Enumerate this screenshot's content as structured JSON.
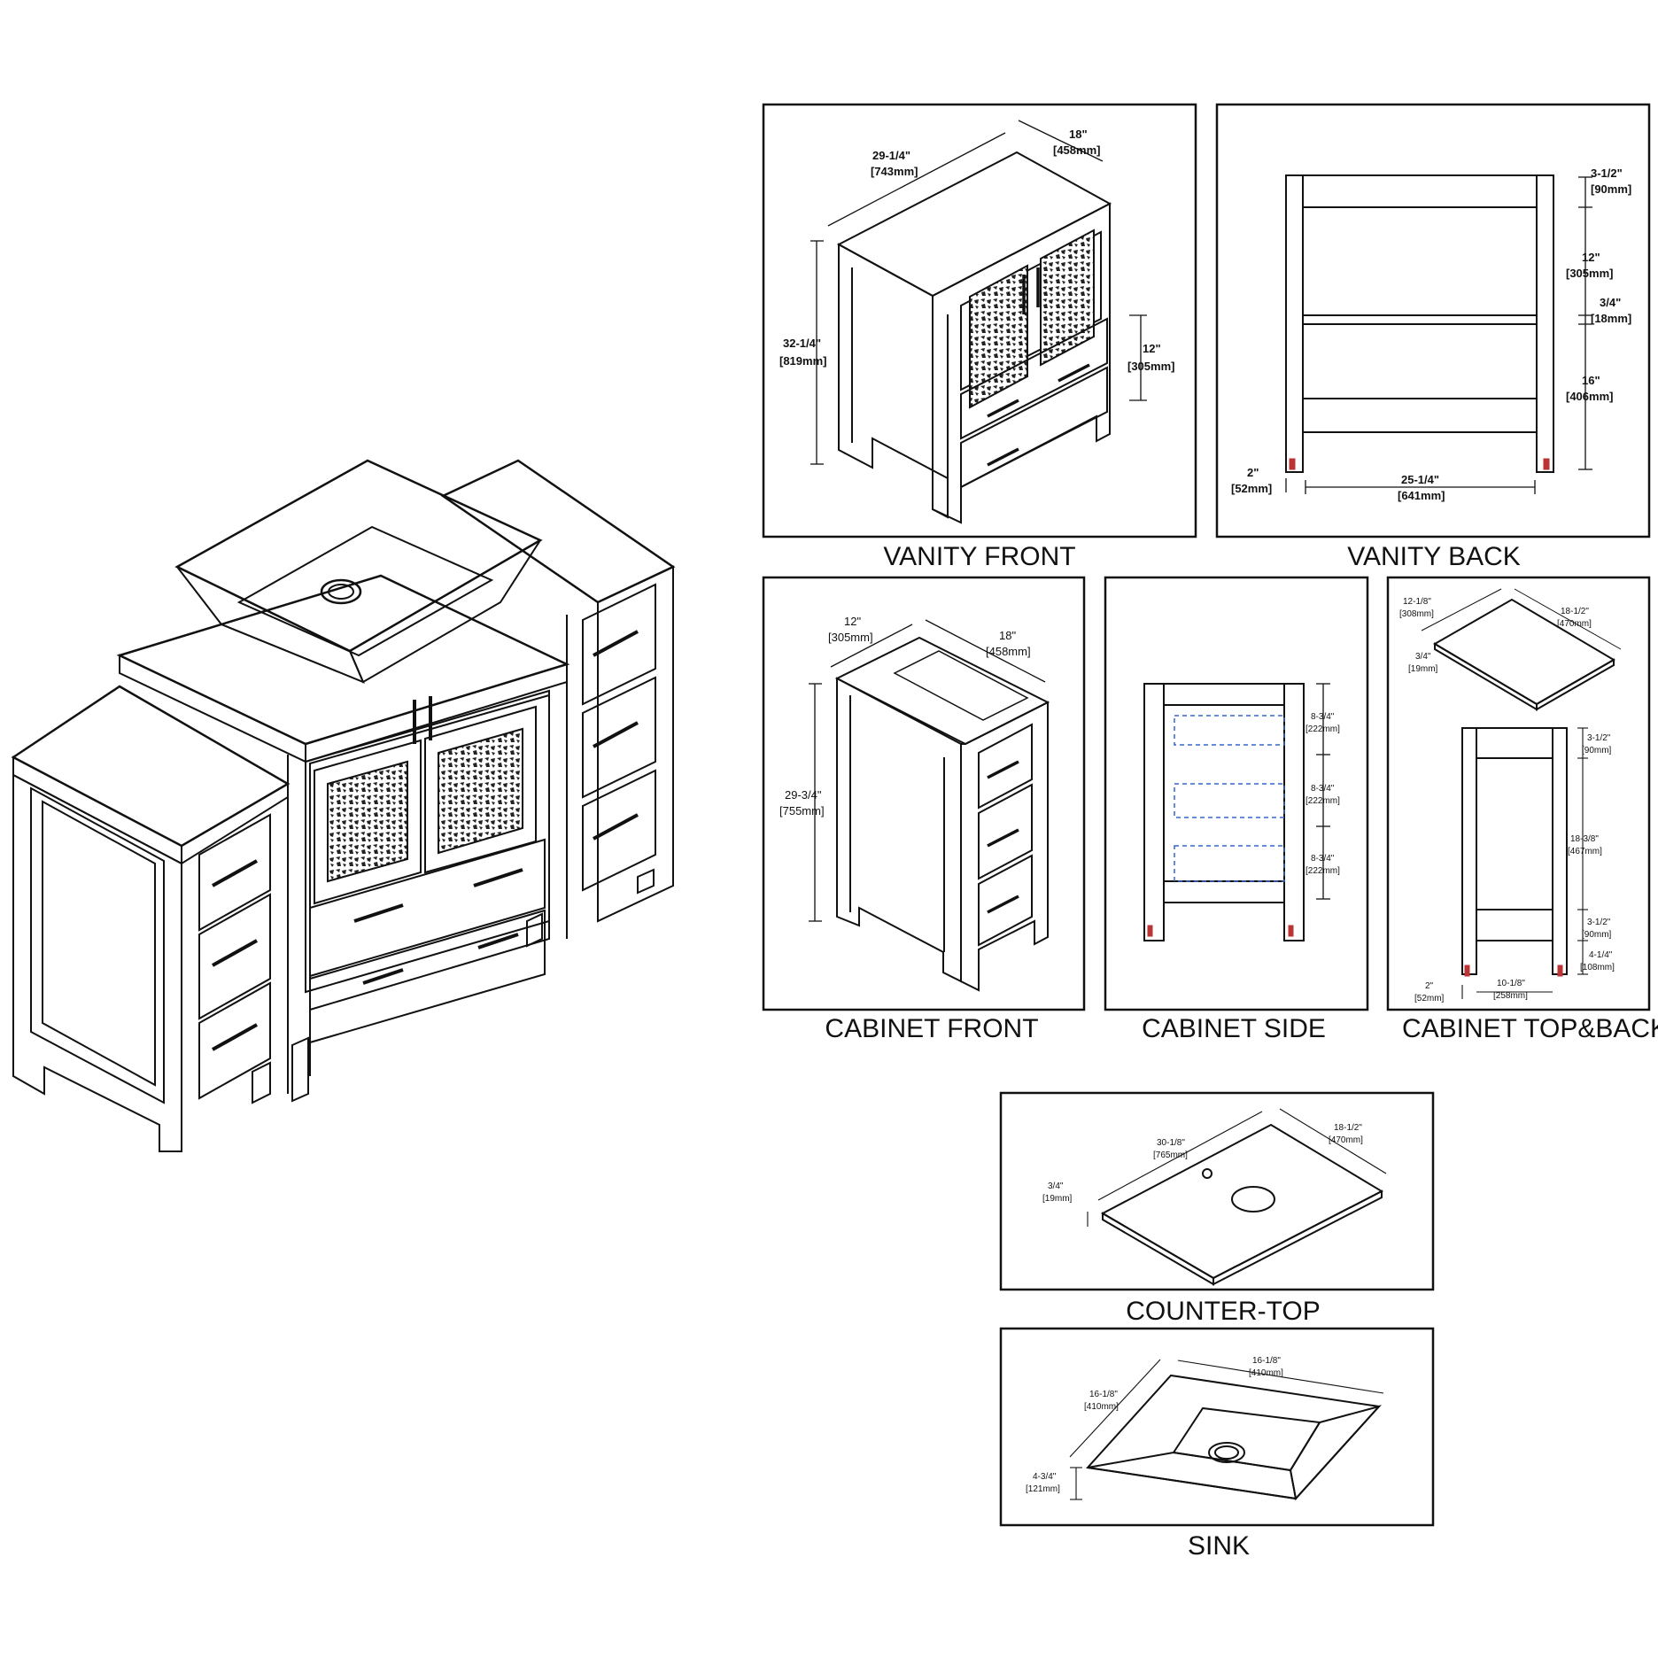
{
  "captions": {
    "vanity_front": "VANITY FRONT",
    "vanity_back": "VANITY BACK",
    "cabinet_front": "CABINET FRONT",
    "cabinet_side": "CABINET SIDE",
    "cabinet_top_back": "CABINET TOP&BACK",
    "counter_top": "COUNTER-TOP",
    "sink": "SINK"
  },
  "vanity_front": {
    "width_in": "29-1/4\"",
    "width_mm": "[743mm]",
    "depth_in": "18\"",
    "depth_mm": "[458mm]",
    "height_in": "32-1/4\"",
    "height_mm": "[819mm]",
    "drawer_in": "12\"",
    "drawer_mm": "[305mm]"
  },
  "vanity_back": {
    "top_in": "3-1/2\"",
    "top_mm": "[90mm]",
    "upper_in": "12\"",
    "upper_mm": "[305mm]",
    "shelf_in": "3/4\"",
    "shelf_mm": "[18mm]",
    "lower_in": "16\"",
    "lower_mm": "[406mm]",
    "leg_in": "2\"",
    "leg_mm": "[52mm]",
    "width_in": "25-1/4\"",
    "width_mm": "[641mm]"
  },
  "cabinet_front": {
    "width_in": "12\"",
    "width_mm": "[305mm]",
    "depth_in": "18\"",
    "depth_mm": "[458mm]",
    "height_in": "29-3/4\"",
    "height_mm": "[755mm]"
  },
  "cabinet_side": {
    "d1_in": "8-3/4\"",
    "d1_mm": "[222mm]",
    "d2_in": "8-3/4\"",
    "d2_mm": "[222mm]",
    "d3_in": "8-3/4\"",
    "d3_mm": "[222mm]"
  },
  "cabinet_top_back": {
    "top_w_in": "12-1/8\"",
    "top_w_mm": "[308mm]",
    "top_d_in": "18-1/2\"",
    "top_d_mm": "[470mm]",
    "top_t_in": "3/4\"",
    "top_t_mm": "[19mm]",
    "rail1_in": "3-1/2\"",
    "rail1_mm": "[90mm]",
    "open_in": "18-3/8\"",
    "open_mm": "[467mm]",
    "rail2_in": "3-1/2\"",
    "rail2_mm": "[90mm]",
    "foot_h_in": "4-1/4\"",
    "foot_h_mm": "[108mm]",
    "leg_in": "2\"",
    "leg_mm": "[52mm]",
    "inner_in": "10-1/8\"",
    "inner_mm": "[258mm]"
  },
  "counter_top": {
    "width_in": "30-1/8\"",
    "width_mm": "[765mm]",
    "depth_in": "18-1/2\"",
    "depth_mm": "[470mm]",
    "thick_in": "3/4\"",
    "thick_mm": "[19mm]"
  },
  "sink": {
    "w_in": "16-1/8\"",
    "w_mm": "[410mm]",
    "d_in": "16-1/8\"",
    "d_mm": "[410mm]",
    "h_in": "4-3/4\"",
    "h_mm": "[121mm]"
  }
}
